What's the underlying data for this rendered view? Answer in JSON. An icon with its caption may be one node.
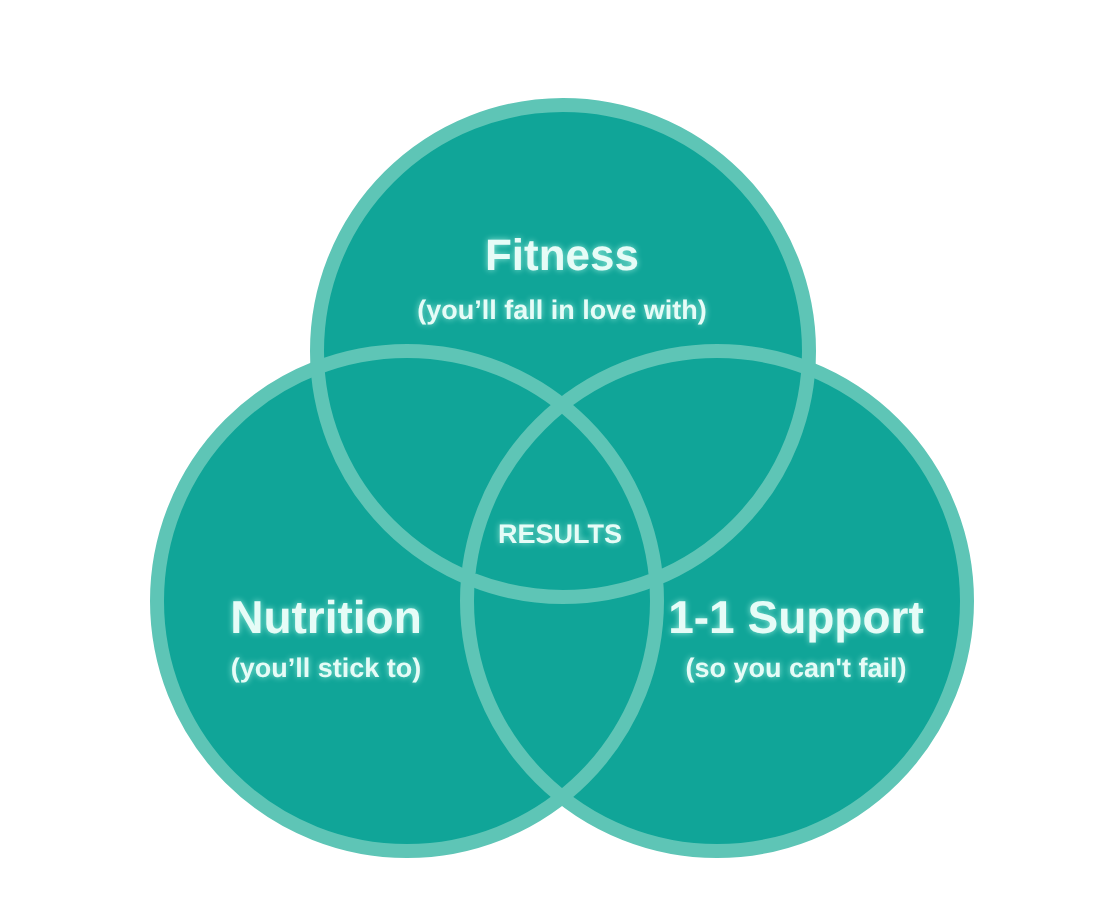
{
  "diagram": {
    "nodes": [
      {
        "text": [
          "Fitness",
          "(you’ll fall in love with)"
        ]
      },
      {
        "text": [
          "Nutrition",
          "(you’ll stick to)"
        ]
      },
      {
        "text": [
          "1-1 Support",
          "(so you can't fail)"
        ]
      }
    ],
    "labels": [
      "RESULTS"
    ]
  }
}
